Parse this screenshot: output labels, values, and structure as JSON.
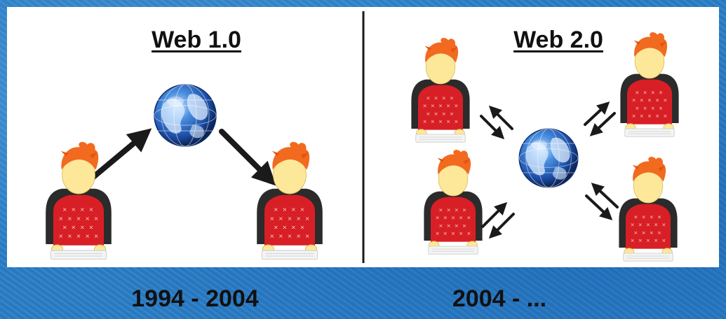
{
  "left": {
    "title": "Web 1.0",
    "era": "1994 - 2004"
  },
  "right": {
    "title": "Web 2.0",
    "era": "2004 - ..."
  },
  "colors": {
    "background": "#2a7ec8",
    "panel": "#ffffff",
    "hair": "#f26a1f",
    "shirt": "#d81f26",
    "skin": "#fde89a",
    "globe": "#2a64c8"
  }
}
